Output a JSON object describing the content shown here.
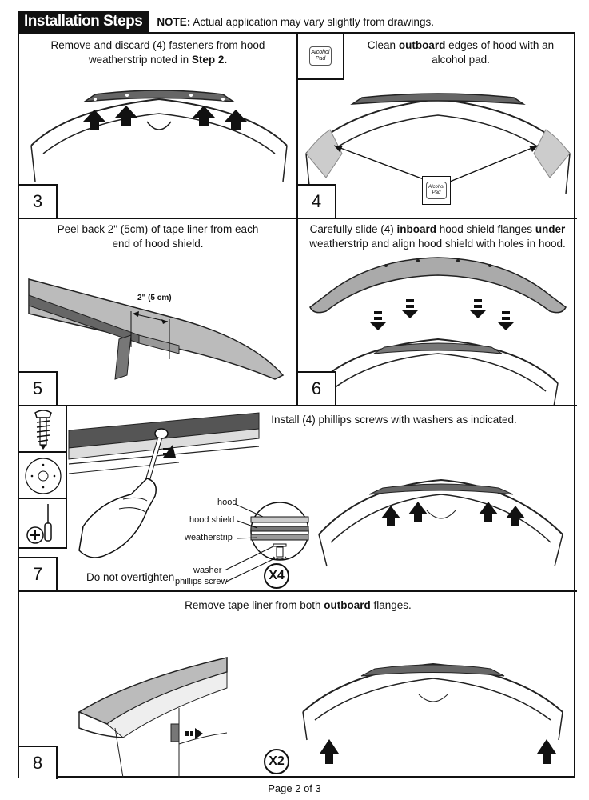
{
  "header": {
    "title": "Installation Steps",
    "note_label": "NOTE:",
    "note_text": "Actual application may vary slightly from drawings."
  },
  "steps": [
    {
      "number": "3",
      "caption_parts": [
        "Remove and discard (4) fasteners from hood",
        "weatherstrip noted in ",
        "Step 2."
      ]
    },
    {
      "number": "4",
      "caption_pre": "Clean ",
      "caption_bold": "outboard",
      "caption_post": " edges of hood with an",
      "caption_line2": "alcohol pad.",
      "pad_label_1": "Alcohol",
      "pad_label_2": "Pad"
    },
    {
      "number": "5",
      "caption_line1": "Peel back 2\" (5cm) of tape liner from each",
      "caption_line2": "end of hood shield.",
      "dimension": "2\" (5 cm)"
    },
    {
      "number": "6",
      "caption_pre": "Carefully slide (4) ",
      "caption_bold1": "inboard",
      "caption_mid": " hood shield flanges ",
      "caption_bold2": "under",
      "caption_line2": "weatherstrip and align hood shield with holes in hood."
    },
    {
      "number": "7",
      "caption": "Install (4) phillips screws with washers as indicated.",
      "labels": {
        "hood": "hood",
        "hood_shield": "hood shield",
        "weatherstrip": "weatherstrip",
        "washer": "washer",
        "phillips_screw": "phillips screw"
      },
      "warning": "Do not overtighten",
      "quantity": "X4"
    },
    {
      "number": "8",
      "caption_pre": "Remove tape liner from both ",
      "caption_bold": "outboard",
      "caption_post": " flanges.",
      "quantity": "X2"
    }
  ],
  "footer": {
    "page": "Page 2 of 3"
  }
}
